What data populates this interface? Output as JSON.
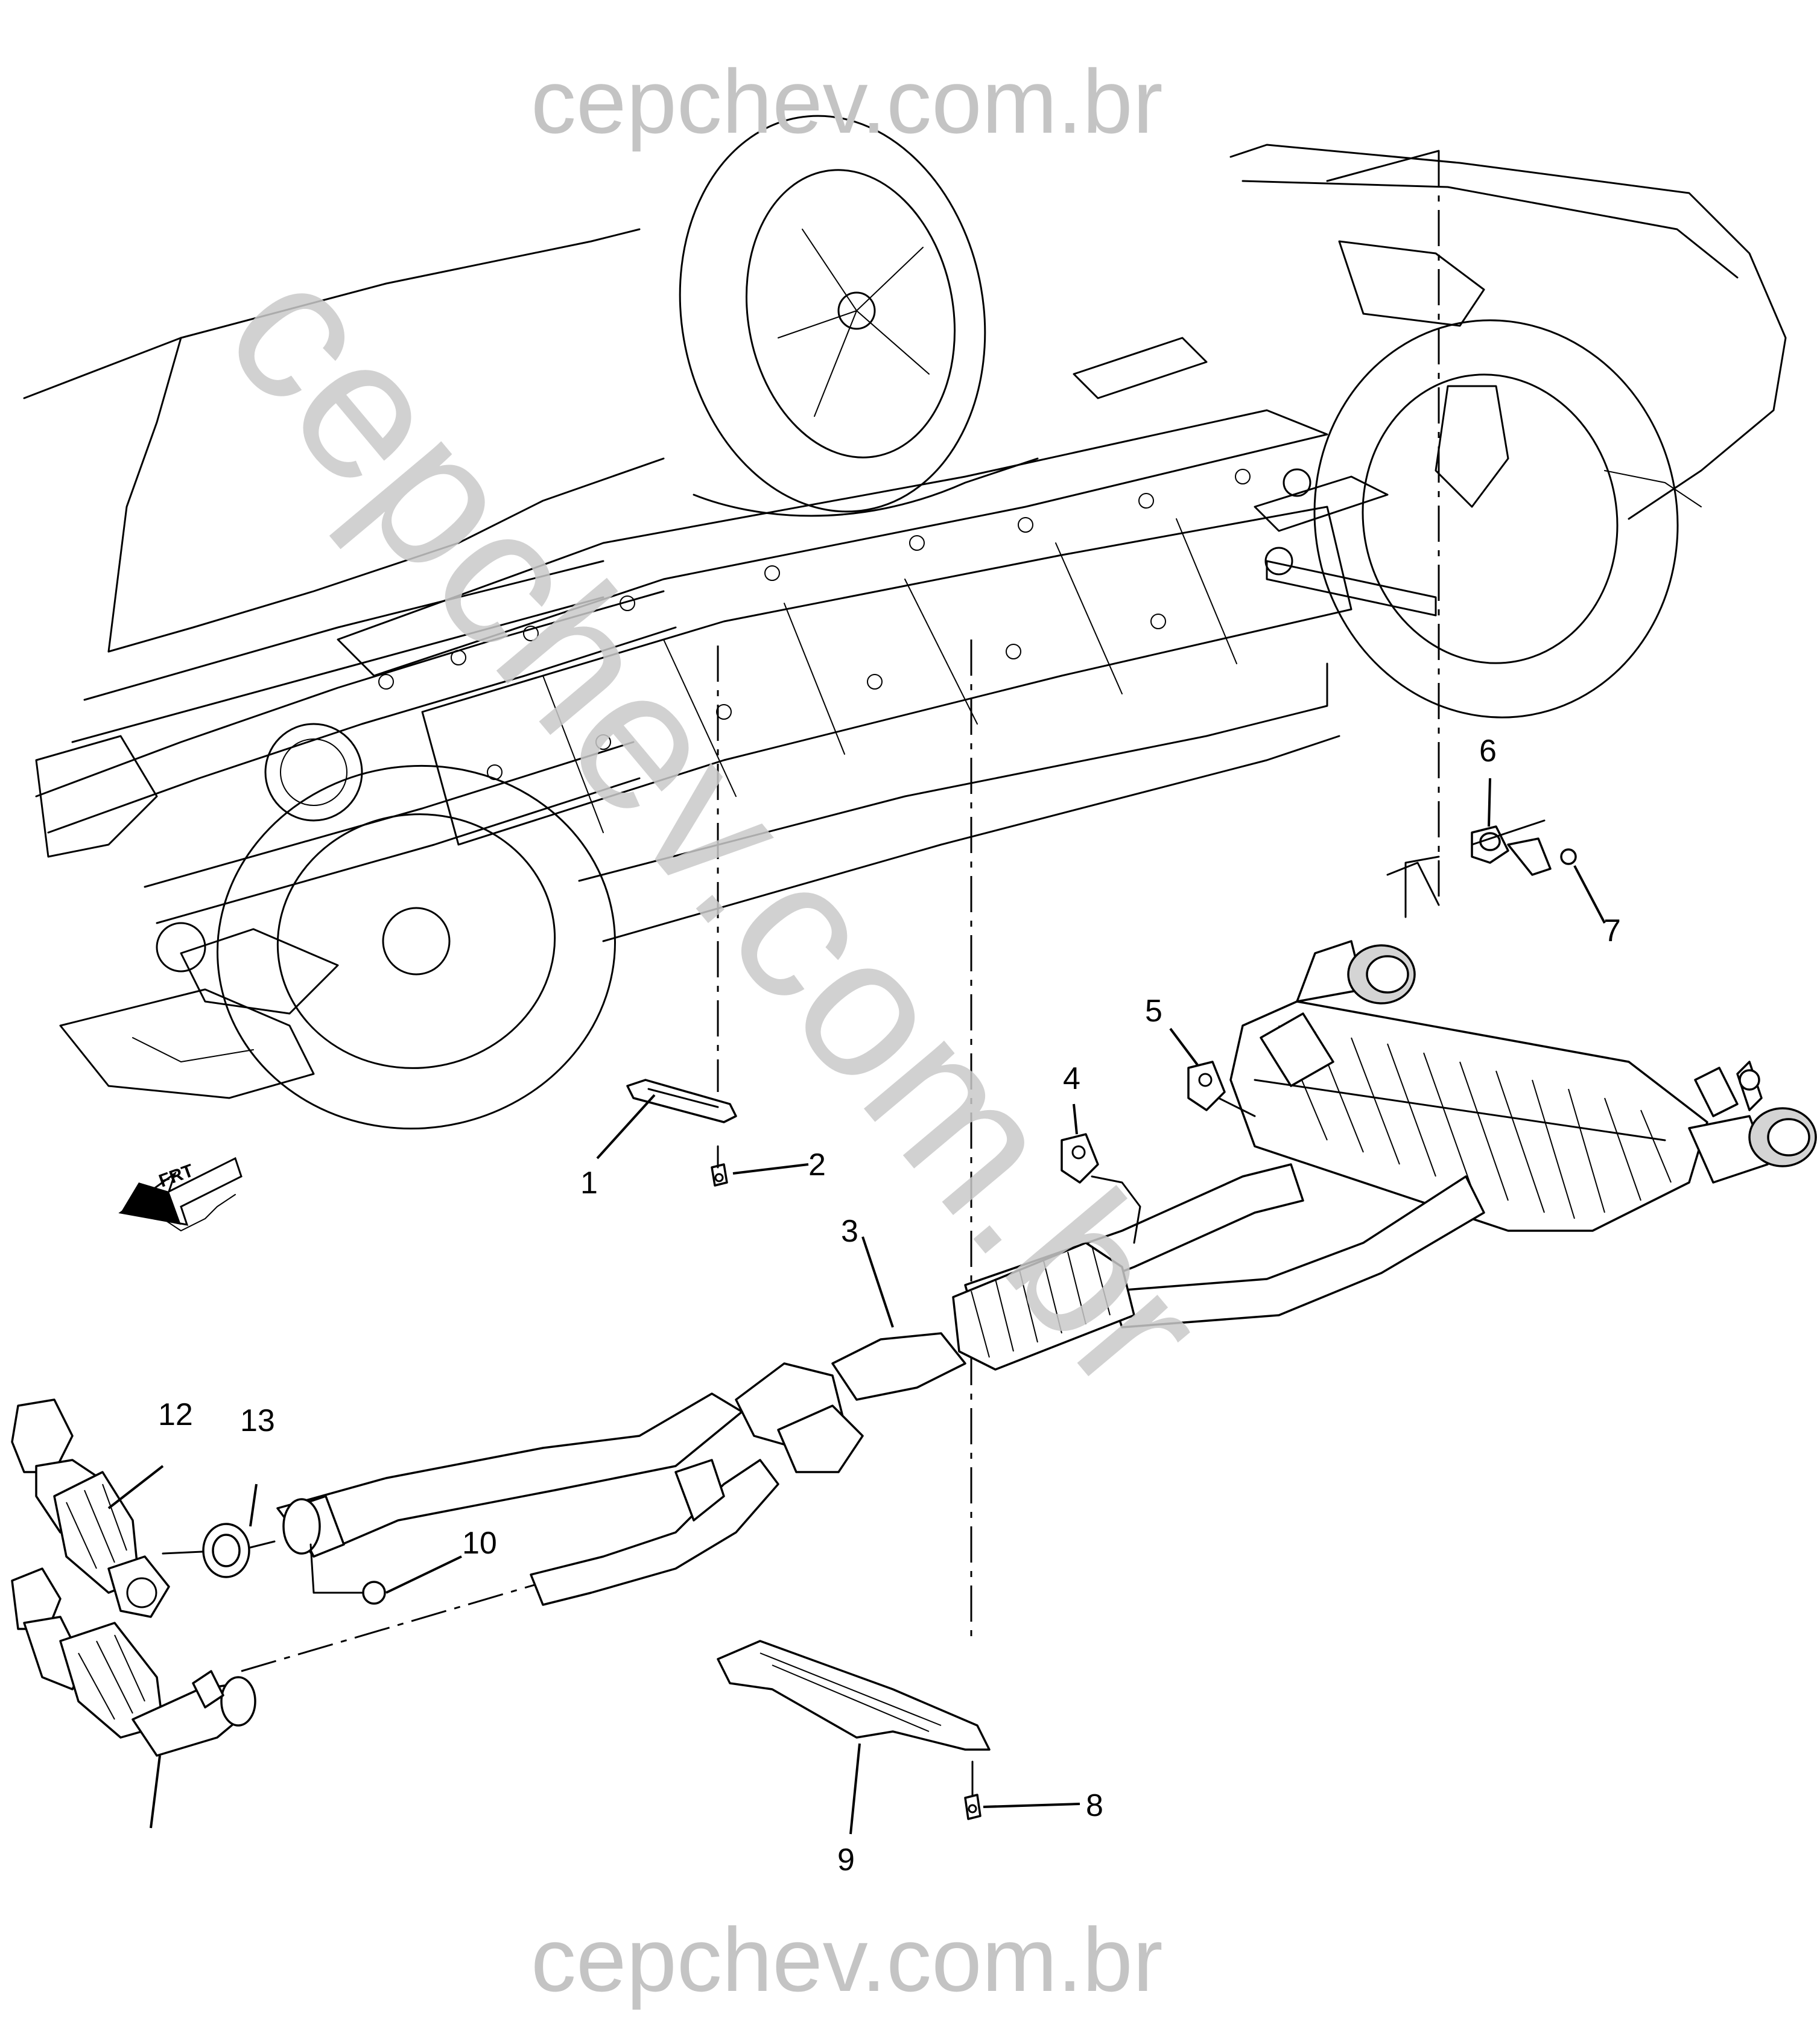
{
  "watermark": {
    "top": "cepchev.com.br",
    "bottom": "cepchev.com.br",
    "diagonal": "cepchev.com.br"
  },
  "direction_marker": "FRT",
  "callouts": [
    "1",
    "2",
    "3",
    "4",
    "5",
    "6",
    "7",
    "8",
    "9",
    "10",
    "12",
    "13"
  ]
}
